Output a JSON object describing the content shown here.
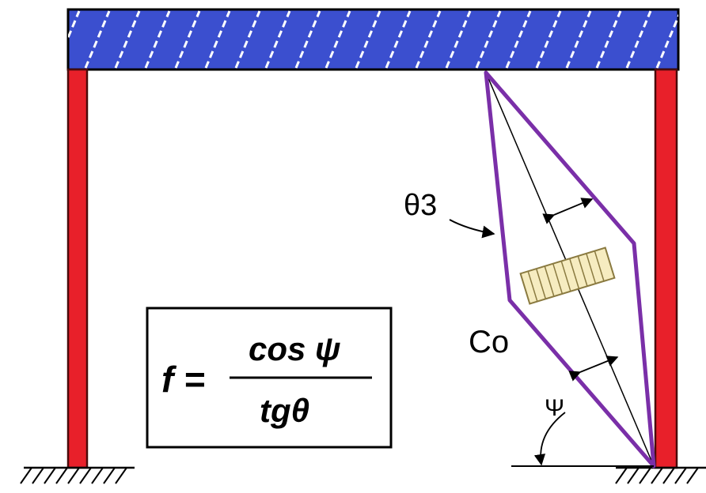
{
  "diagram": {
    "formula": {
      "lhs": "f =",
      "numerator": "cos ψ",
      "denominator": "tgθ"
    },
    "labels": {
      "theta": "θ3",
      "c0": "Co",
      "psi": "Ψ"
    },
    "colors": {
      "beam_fill": "#3b4fcf",
      "beam_hatch": "#ffffff",
      "column_fill": "#e8202a",
      "column_stroke": "#4a0a0a",
      "brace_stroke": "#7a2fa8",
      "damper_fill": "#f6ecc0",
      "damper_stroke": "#8a7a40",
      "line": "#000000"
    }
  }
}
